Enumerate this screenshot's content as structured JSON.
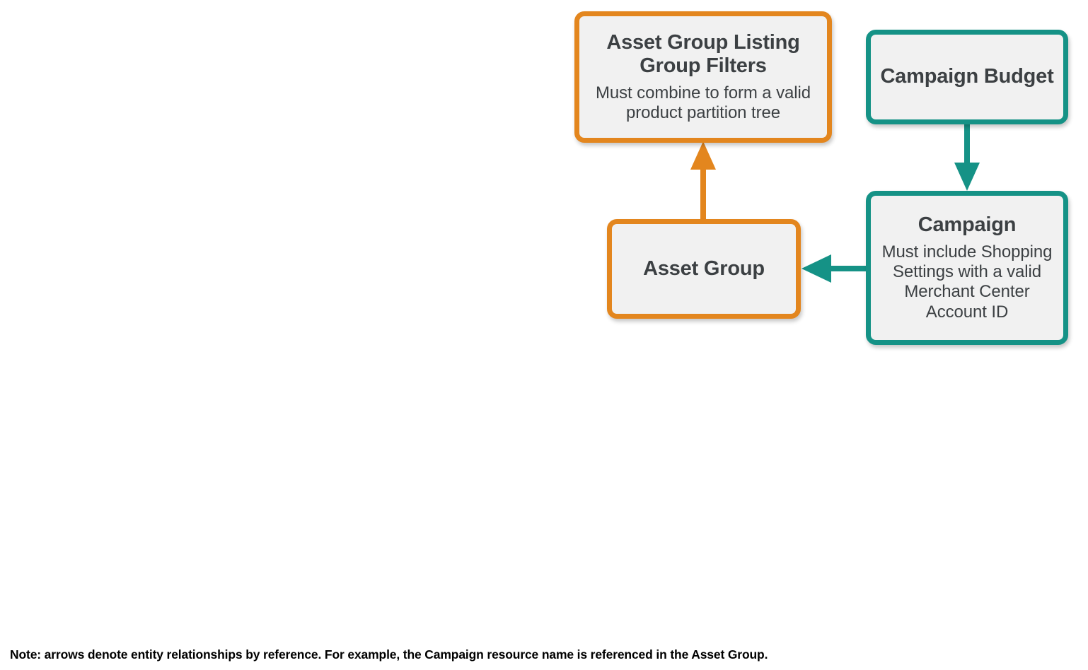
{
  "diagram": {
    "type": "entity-relationship",
    "background_color": "#FFFFFF",
    "palette": {
      "orange": "#E3861E",
      "teal": "#159286",
      "node_fill": "#F1F1F1",
      "text": "#3C4043",
      "note_text": "#000000"
    },
    "nodes": [
      {
        "id": "asset-group-listing-group-filters",
        "title": "Asset Group Listing Group Filters",
        "description": "Must combine to form a valid product partition tree",
        "color": "orange"
      },
      {
        "id": "campaign-budget",
        "title": "Campaign Budget",
        "description": "",
        "color": "teal"
      },
      {
        "id": "asset-group",
        "title": "Asset Group",
        "description": "",
        "color": "orange"
      },
      {
        "id": "campaign",
        "title": "Campaign",
        "description": "Must include Shopping Settings with a valid Merchant Center Account ID",
        "color": "teal"
      }
    ],
    "edges": [
      {
        "id": "asset-group-to-listing-group-filters",
        "from": "asset-group",
        "to": "asset-group-listing-group-filters",
        "color": "orange",
        "direction": "up"
      },
      {
        "id": "campaign-budget-to-campaign",
        "from": "campaign-budget",
        "to": "campaign",
        "color": "teal",
        "direction": "down"
      },
      {
        "id": "campaign-to-asset-group",
        "from": "campaign",
        "to": "asset-group",
        "color": "teal",
        "direction": "left"
      }
    ]
  },
  "footer": {
    "note": "Note: arrows denote entity relationships by reference. For example, the Campaign resource name is referenced in the Asset Group."
  }
}
